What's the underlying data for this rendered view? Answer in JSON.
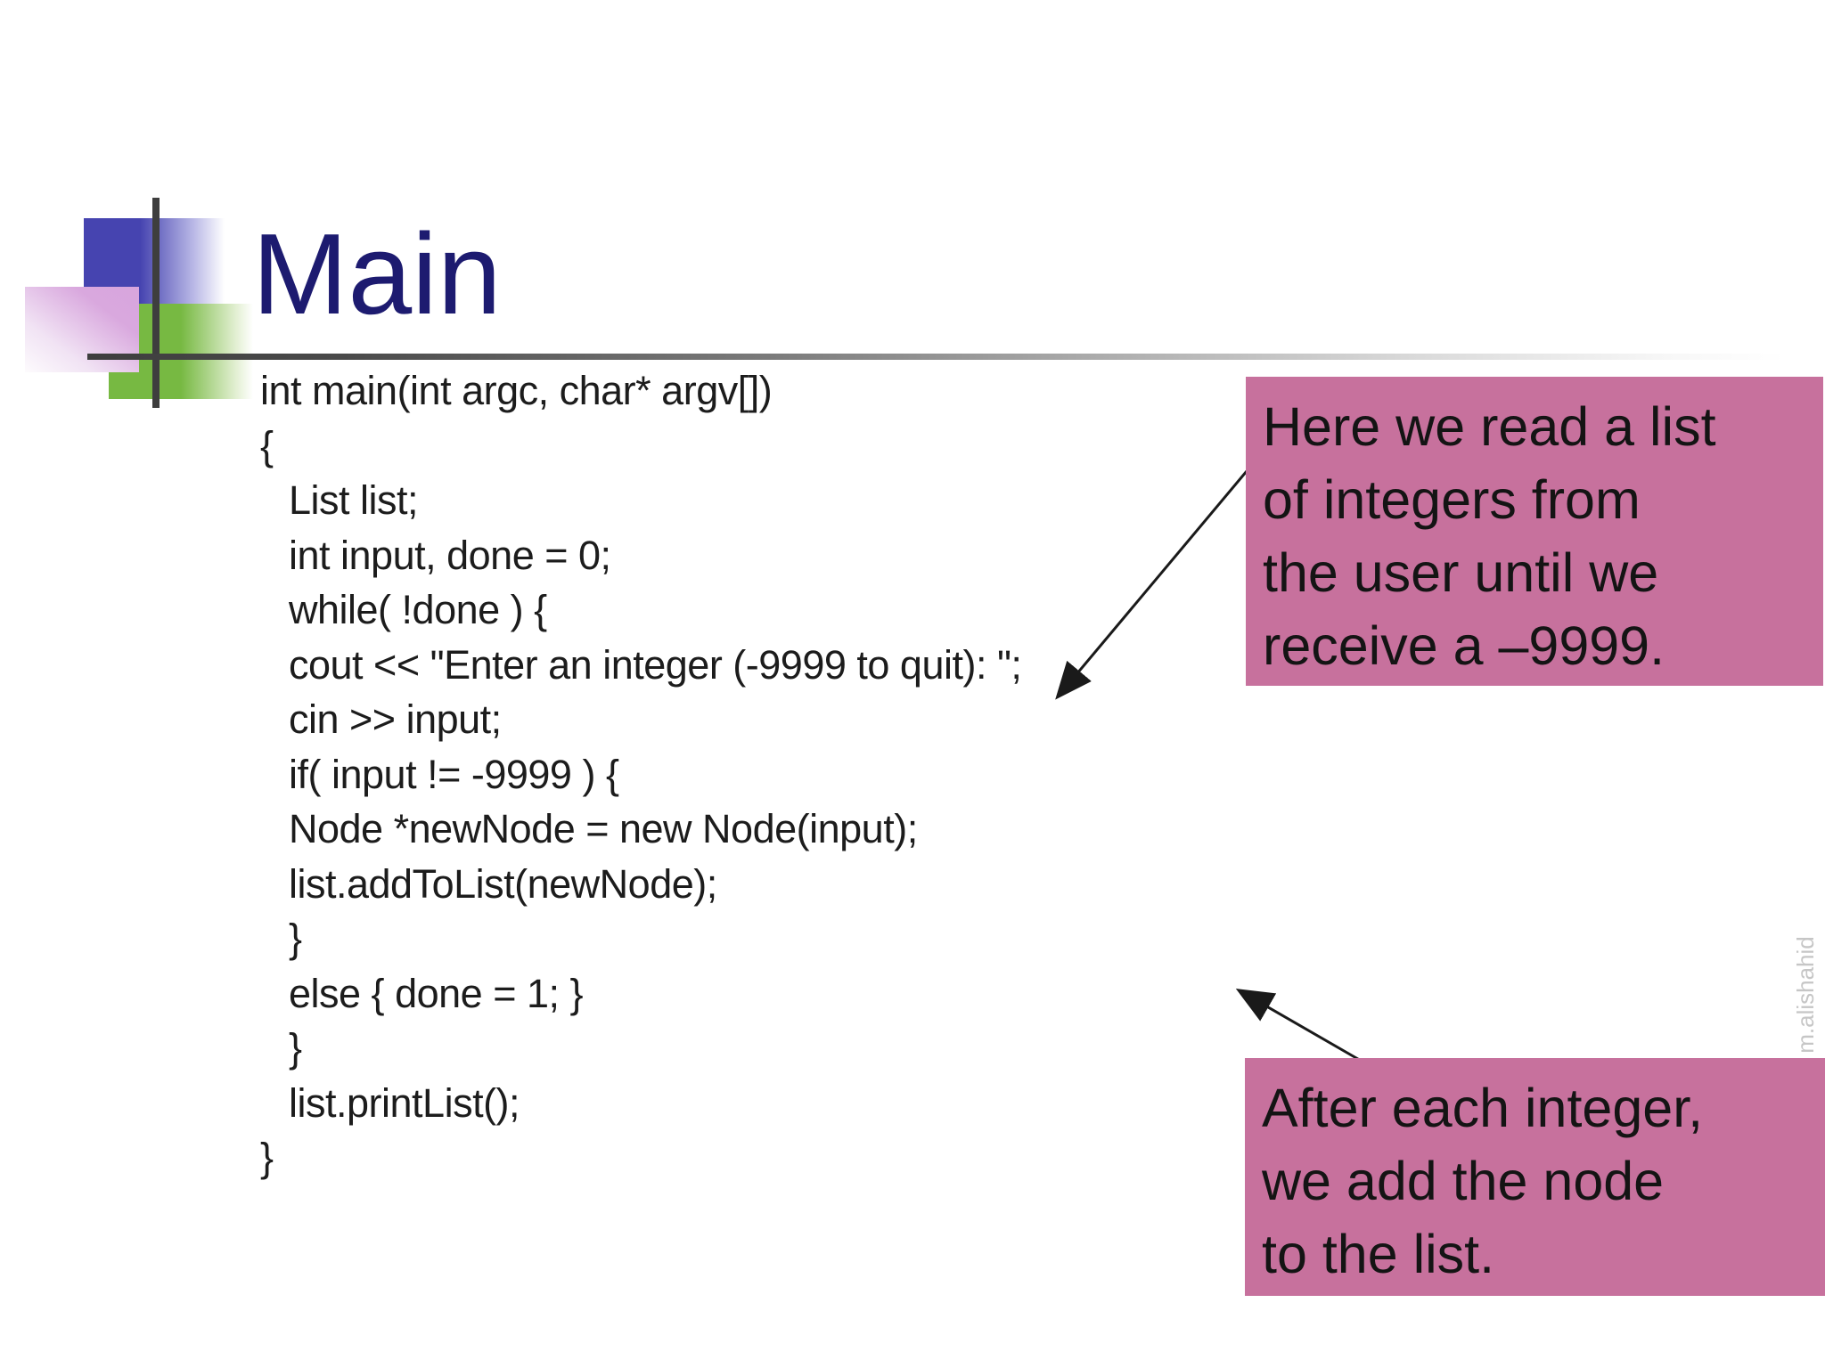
{
  "slide": {
    "title": "Main",
    "watermark": "m.alishahid"
  },
  "code": {
    "lines": [
      {
        "text": "int main(int argc, char* argv[])",
        "indent": 0
      },
      {
        "text": "{",
        "indent": 0
      },
      {
        "text": "List list;",
        "indent": 1
      },
      {
        "text": "int input, done = 0;",
        "indent": 1
      },
      {
        "text": "while( !done ) {",
        "indent": 1
      },
      {
        "text": "cout << \"Enter an integer (-9999 to quit): \";",
        "indent": 1
      },
      {
        "text": "cin >> input;",
        "indent": 1
      },
      {
        "text": "if( input != -9999 ) {",
        "indent": 1
      },
      {
        "text": "Node *newNode = new Node(input);",
        "indent": 1
      },
      {
        "text": "list.addToList(newNode);",
        "indent": 1
      },
      {
        "text": "}",
        "indent": 1
      },
      {
        "text": "else { done = 1; }",
        "indent": 1
      },
      {
        "text": "}",
        "indent": 1
      },
      {
        "text": "list.printList();",
        "indent": 1
      },
      {
        "text": "}",
        "indent": 0
      }
    ]
  },
  "callouts": {
    "read_list": {
      "lines": [
        "Here we read a list",
        "of integers from",
        "the user until we",
        "receive a –9999."
      ]
    },
    "add_node": {
      "lines": [
        "After each integer,",
        "we add the node",
        "to the list."
      ]
    }
  },
  "colors": {
    "navy": "#1d1b70",
    "pink": "#c7719d",
    "blue_square": "#4644b0",
    "green_square": "#77b942",
    "lilac_square": "#d8a5dd",
    "line_gray": "#3e3e3e",
    "watermark_gray": "#c6c6c6"
  }
}
